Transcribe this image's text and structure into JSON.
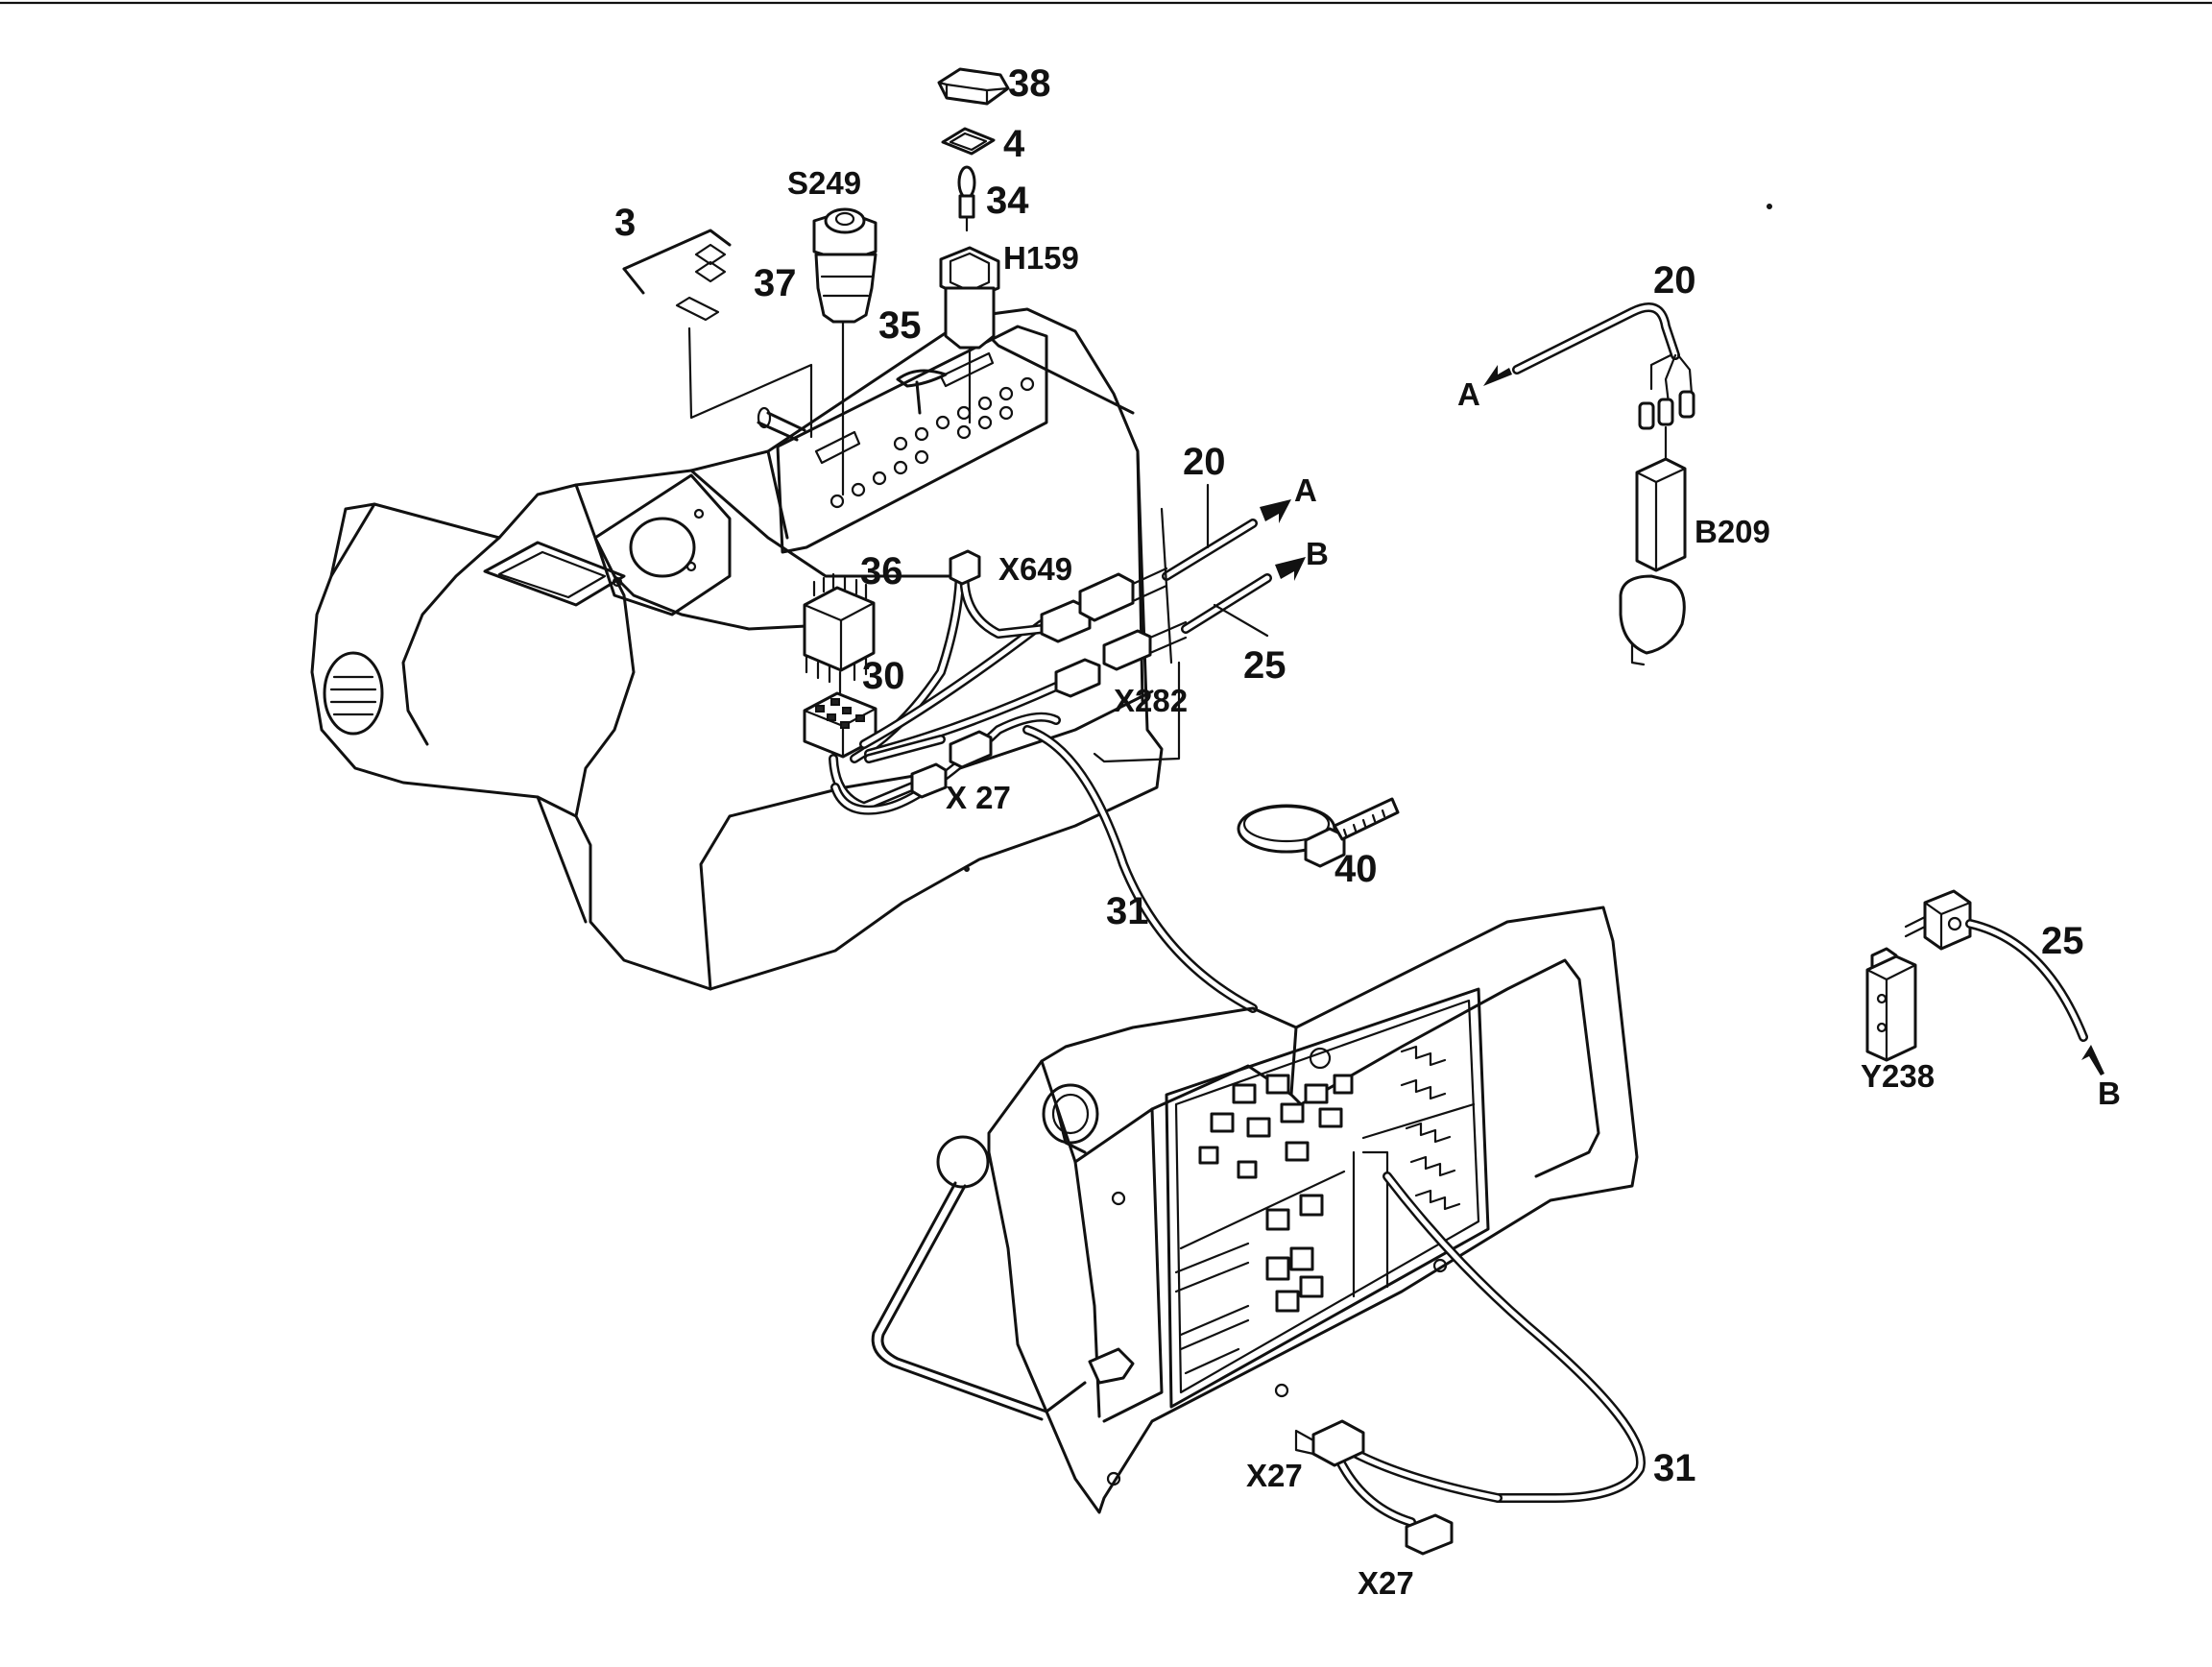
{
  "labels": {
    "p3": "3",
    "p4": "4",
    "p20a": "20",
    "p20b": "20",
    "p25a": "25",
    "p25b": "25",
    "p30": "30",
    "p31a": "31",
    "p31b": "31",
    "p34": "34",
    "p35": "35",
    "p36": "36",
    "p37": "37",
    "p38": "38",
    "p40": "40",
    "s249": "S249",
    "h159": "H159",
    "x649": "X649",
    "x282": "X282",
    "x27a": "X 27",
    "x27b": "X27",
    "x27c": "X27",
    "b209": "B209",
    "y238": "Y238",
    "arrowA1": "A",
    "arrowB1": "B",
    "arrowA2": "A",
    "arrowB2": "B"
  },
  "colors": {
    "ink": "#111111",
    "paper": "#ffffff"
  }
}
